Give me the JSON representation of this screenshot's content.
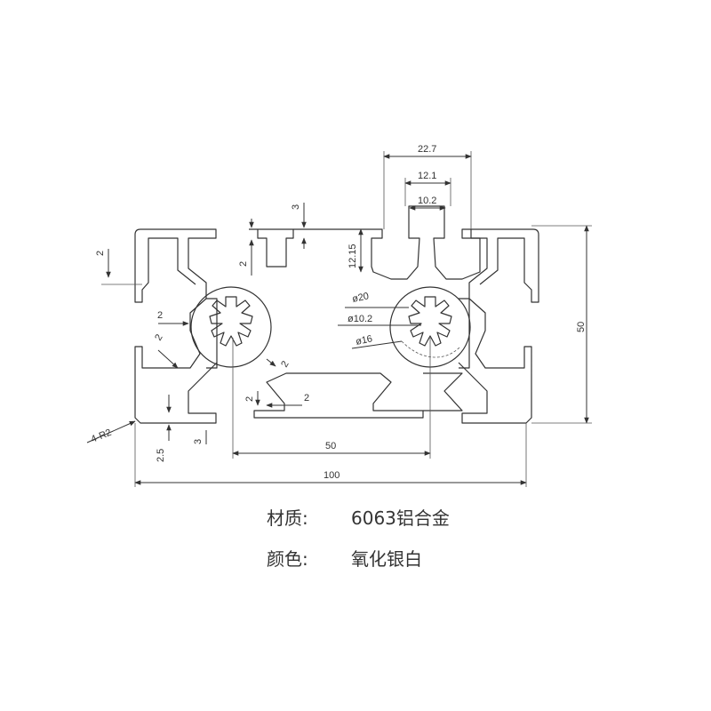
{
  "dimensions": {
    "d22_7": "22.7",
    "d12_1": "12.1",
    "d10_2": "10.2",
    "d12_15": "12.15",
    "d3_top": "3",
    "d2_top": "2",
    "d2_left": "2",
    "d2_inner": "2",
    "d2_diag": "2",
    "d2_center": "2",
    "d2_bottom_a": "2",
    "d2_bottom_b": "2",
    "phi20": "ø20",
    "phi10_2": "ø10.2",
    "phi16": "ø16",
    "d50_v": "50",
    "d50_h": "50",
    "d100": "100",
    "r2": "4-R2",
    "d2_5": "2.5",
    "d3_bottom": "3"
  },
  "specs": {
    "material_label": "材质:",
    "material_value": "6063铝合金",
    "color_label": "颜色:",
    "color_value": "氧化银白"
  }
}
